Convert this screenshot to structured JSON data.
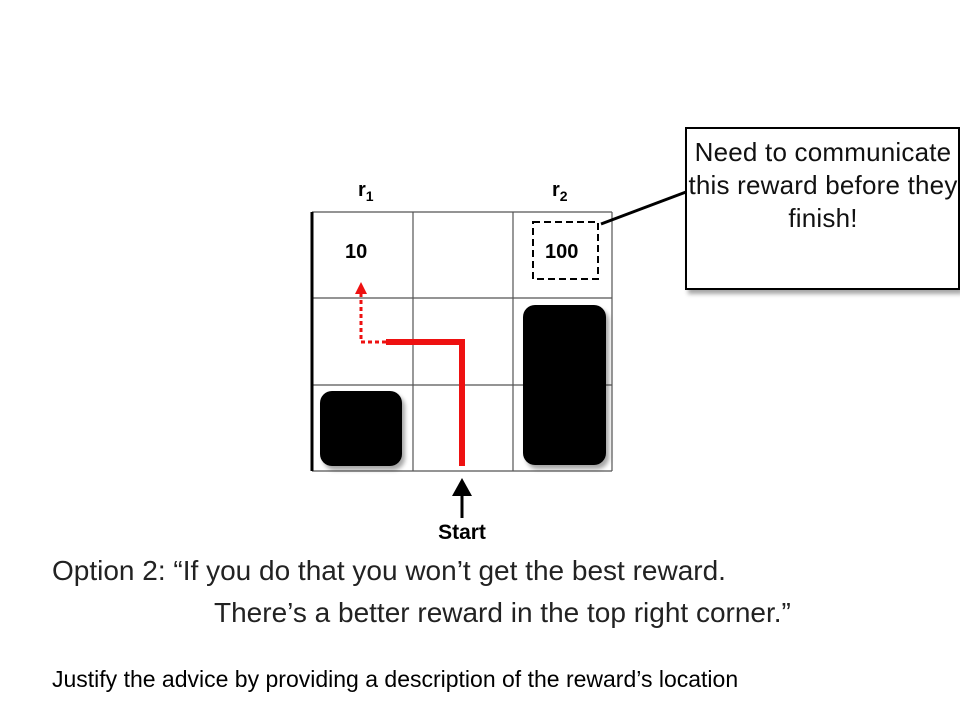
{
  "grid": {
    "column_labels": [
      {
        "letter": "r",
        "subscript": "1"
      },
      {
        "letter": "r",
        "subscript": "2"
      }
    ],
    "rewards": [
      {
        "value": "10"
      },
      {
        "value": "100"
      }
    ],
    "start_label": "Start"
  },
  "callout": {
    "text": "Need to communicate this reward before they finish!"
  },
  "option": {
    "line1": "Option 2: “If you do that you won’t get the best reward.",
    "line2": "There’s a better reward in the top right corner.”"
  },
  "footer": {
    "text": "Justify the advice by providing a description of the reward’s location"
  },
  "colors": {
    "path": "#ee1111",
    "obstacle": "#000000",
    "grid_line": "#555555"
  }
}
